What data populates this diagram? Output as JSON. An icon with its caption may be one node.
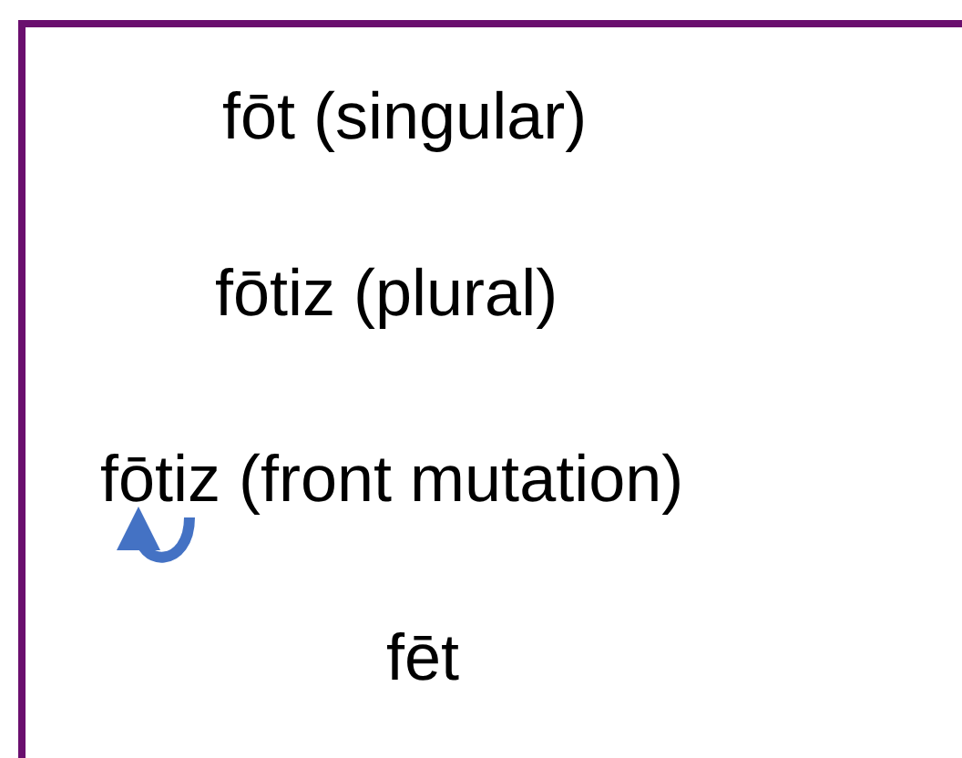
{
  "diagram": {
    "labels": [
      "fōt (singular)",
      "fōtiz (plural)",
      "fōtiz (front mutation)",
      "fēt"
    ]
  }
}
